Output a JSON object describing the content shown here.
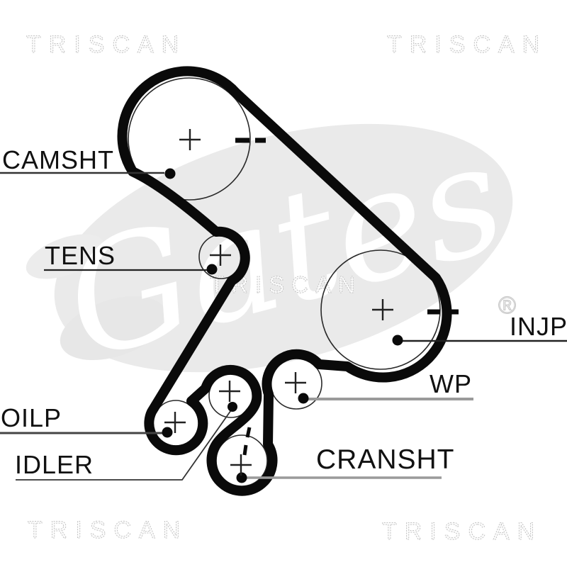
{
  "watermarks": {
    "triscan": "TRISCAN",
    "gates_script": "Gates",
    "registered": "®"
  },
  "labels": {
    "camsht": "CAMSHT",
    "tens": "TENS",
    "injp": "INJP",
    "wp": "WP",
    "oilp": "OILP",
    "idler": "IDLER",
    "cransht": "CRANSHT"
  },
  "marks": {
    "center_mark": "+",
    "rim_mark": "-"
  },
  "colors": {
    "belt": "#0a0a0a",
    "pulley_outline": "#2a2a2a",
    "leader_dark": "#2e2e2e",
    "leader_gray": "#9a9a9a",
    "label_text": "#111111",
    "watermark_outline": "#c2c2c2",
    "watermark_oval": "#eaeaea"
  }
}
